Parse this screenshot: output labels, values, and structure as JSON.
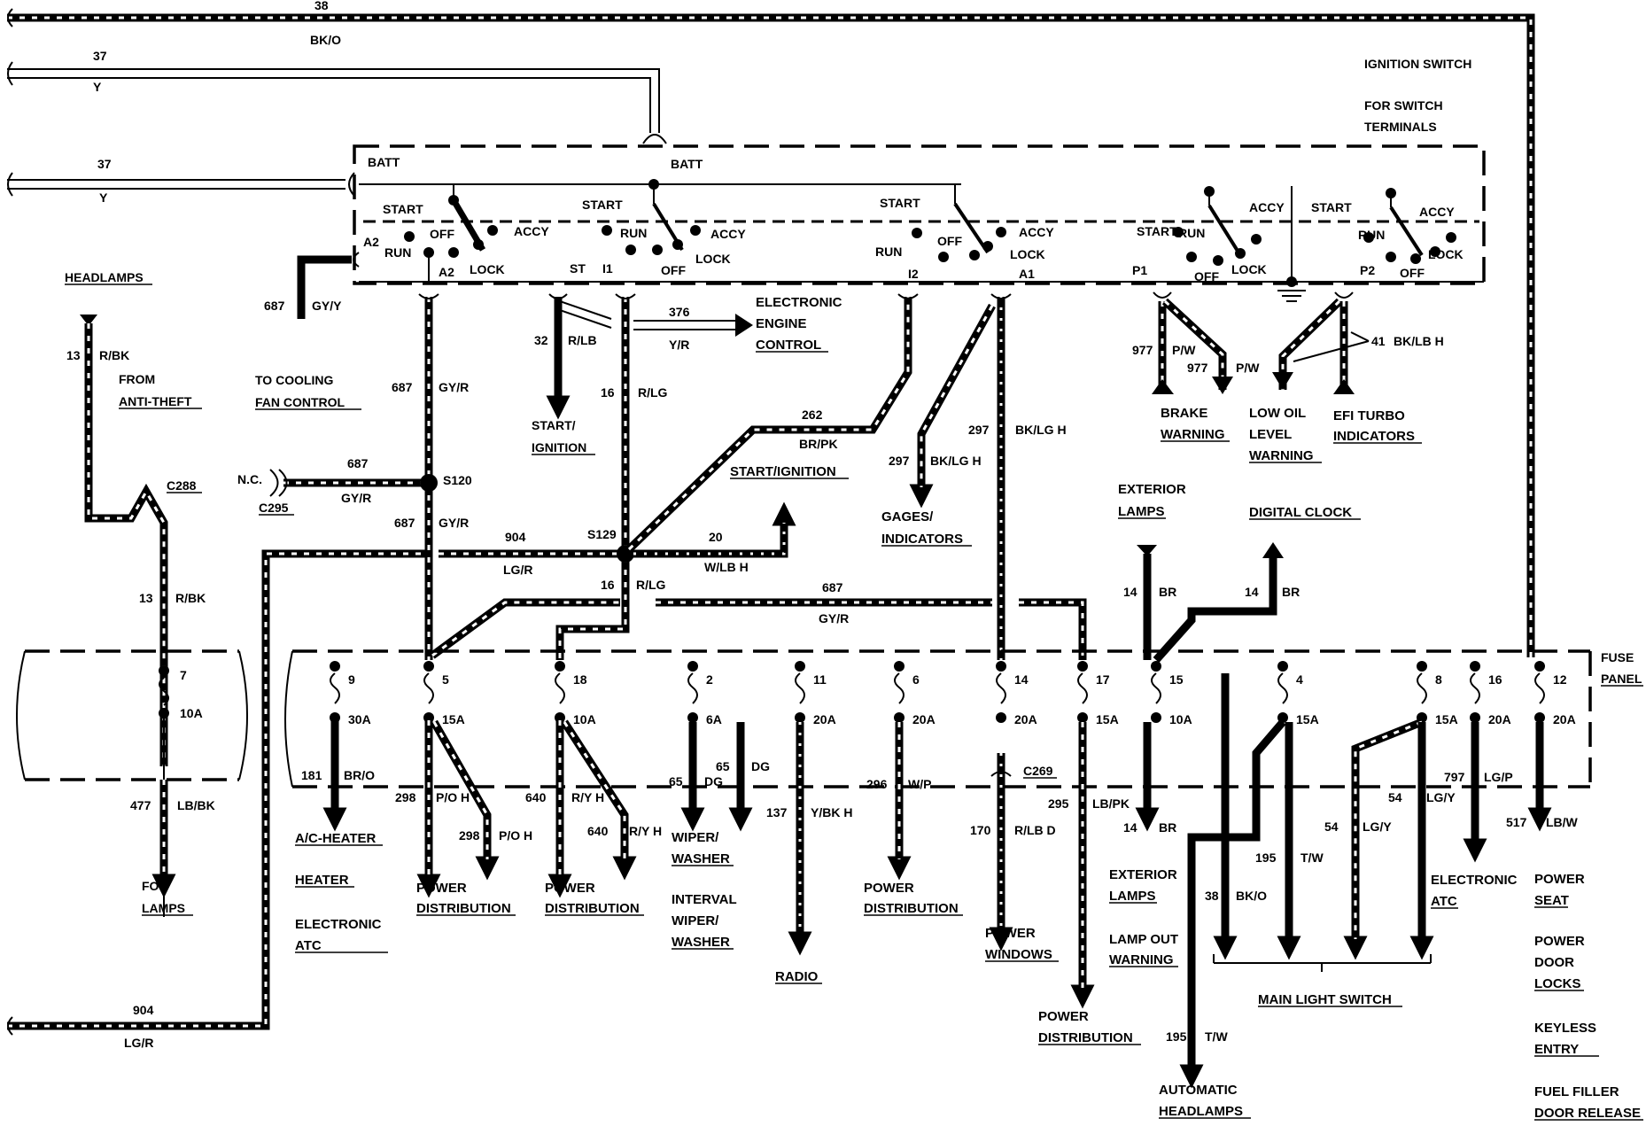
{
  "diagram": {
    "ignition_switch_title": "IGNITION SWITCH",
    "switch_note_line1": "FOR SWITCH",
    "switch_note_line2": "TERMINALS",
    "fuse_panel_line1": "FUSE",
    "fuse_panel_line2": "PANEL",
    "top_wire": {
      "number": "38",
      "color": "BK/O"
    },
    "y_wire_1": {
      "number": "37",
      "color": "Y"
    },
    "y_wire_2": {
      "number": "37",
      "color": "Y"
    },
    "bottom_left_wire": {
      "number": "904",
      "color": "LG/R"
    },
    "switch_labels": {
      "batt_left": "BATT",
      "batt_top": "BATT",
      "start": "START",
      "run": "RUN",
      "off": "OFF",
      "accy": "ACCY",
      "lock": "LOCK",
      "a2": "A2",
      "st": "ST",
      "i1": "I1",
      "i2": "I2",
      "a1": "A1",
      "p1": "P1",
      "p2": "P2"
    },
    "left_section": {
      "headlamps": "HEADLAMPS",
      "from_anti_theft_1": "FROM",
      "from_anti_theft_2": "ANTI-THEFT",
      "w13_num": "13",
      "w13_color": "R/BK",
      "c288": "C288",
      "w477_num": "477",
      "w477_color": "LB/BK",
      "fog_1": "FOG",
      "fog_2": "LAMPS"
    },
    "center_section": {
      "w687_num": "687",
      "w687_color": "GY/Y",
      "to_cooling_1": "TO COOLING",
      "to_cooling_2": "FAN CONTROL",
      "gyr_num": "687",
      "gyr_color": "GY/R",
      "nc": "N.C.",
      "c295": "C295",
      "s120": "S120",
      "s129": "S129",
      "w904_num": "904",
      "w904_color": "LG/R",
      "w32_num": "32",
      "w32_color": "R/LB",
      "start_ign_1": "START/",
      "start_ign_2": "IGNITION",
      "w16_num": "16",
      "w16_color": "R/LG",
      "w376_num": "376",
      "w376_color": "Y/R",
      "eec_1": "ELECTRONIC",
      "eec_2": "ENGINE",
      "eec_3": "CONTROL",
      "w262_num": "262",
      "w262_color": "BR/PK",
      "start_ignition": "START/IGNITION",
      "w20_num": "20",
      "w20_color": "W/LB H",
      "w297_num": "297",
      "w297_color": "BK/LG H",
      "gages_1": "GAGES/",
      "gages_2": "INDICATORS"
    },
    "right_section": {
      "w977_num": "977",
      "w977_color": "P/W",
      "brake_1": "BRAKE",
      "brake_2": "WARNING",
      "low_oil_1": "LOW OIL",
      "low_oil_2": "LEVEL",
      "low_oil_3": "WARNING",
      "w41_num": "41",
      "w41_color": "BK/LB H",
      "efi_1": "EFI TURBO",
      "efi_2": "INDICATORS",
      "ext_lamps_1": "EXTERIOR",
      "ext_lamps_2": "LAMPS",
      "digital_clock": "DIGITAL CLOCK",
      "w14_num": "14",
      "w14_color": "BR"
    },
    "fuses": [
      {
        "num": "7",
        "amp": "10A"
      },
      {
        "num": "9",
        "amp": "30A"
      },
      {
        "num": "5",
        "amp": "15A"
      },
      {
        "num": "18",
        "amp": "10A"
      },
      {
        "num": "2",
        "amp": "6A"
      },
      {
        "num": "11",
        "amp": "20A"
      },
      {
        "num": "6",
        "amp": "20A"
      },
      {
        "num": "14",
        "amp": "20A"
      },
      {
        "num": "17",
        "amp": "15A"
      },
      {
        "num": "15",
        "amp": "10A"
      },
      {
        "num": "4",
        "amp": "15A"
      },
      {
        "num": "8",
        "amp": "15A"
      },
      {
        "num": "16",
        "amp": "20A"
      },
      {
        "num": "12",
        "amp": "20A"
      }
    ],
    "outputs": {
      "w181": "181",
      "w181_color": "BR/O",
      "ac_heater": "A/C-HEATER",
      "heater": "HEATER",
      "elec_atc_1": "ELECTRONIC",
      "elec_atc_2": "ATC",
      "w298": "298",
      "w298_color": "P/O H",
      "power_dist_1": "POWER",
      "power_dist_2": "DISTRIBUTION",
      "w640": "640",
      "w640_color": "R/Y H",
      "w65": "65",
      "w65_color": "DG",
      "wiper_1": "WIPER/",
      "wiper_2": "WASHER",
      "interval_1": "INTERVAL",
      "interval_2": "WIPER/",
      "interval_3": "WASHER",
      "w137": "137",
      "w137_color": "Y/BK H",
      "radio": "RADIO",
      "w296": "296",
      "w296_color": "W/P",
      "c269": "C269",
      "w170": "170",
      "w170_color": "R/LB D",
      "power_windows_1": "POWER",
      "power_windows_2": "WINDOWS",
      "w295": "295",
      "w295_color": "LB/PK",
      "ext_lamps_out_1": "EXTERIOR",
      "ext_lamps_out_2": "LAMPS",
      "lamp_out_1": "LAMP OUT",
      "lamp_out_2": "WARNING",
      "w38": "38",
      "w38_color": "BK/O",
      "w195": "195",
      "w195_color": "T/W",
      "auto_hl_1": "AUTOMATIC",
      "auto_hl_2": "HEADLAMPS",
      "w54": "54",
      "w54_color": "LG/Y",
      "main_light_switch": "MAIN LIGHT SWITCH",
      "w797": "797",
      "w797_color": "LG/P",
      "w517": "517",
      "w517_color": "LB/W",
      "power_seat_1": "POWER",
      "power_seat_2": "SEAT",
      "pdl_1": "POWER",
      "pdl_2": "DOOR",
      "pdl_3": "LOCKS",
      "keyless_1": "KEYLESS",
      "keyless_2": "ENTRY",
      "fuel_1": "FUEL FILLER",
      "fuel_2": "DOOR RELEASE"
    }
  }
}
